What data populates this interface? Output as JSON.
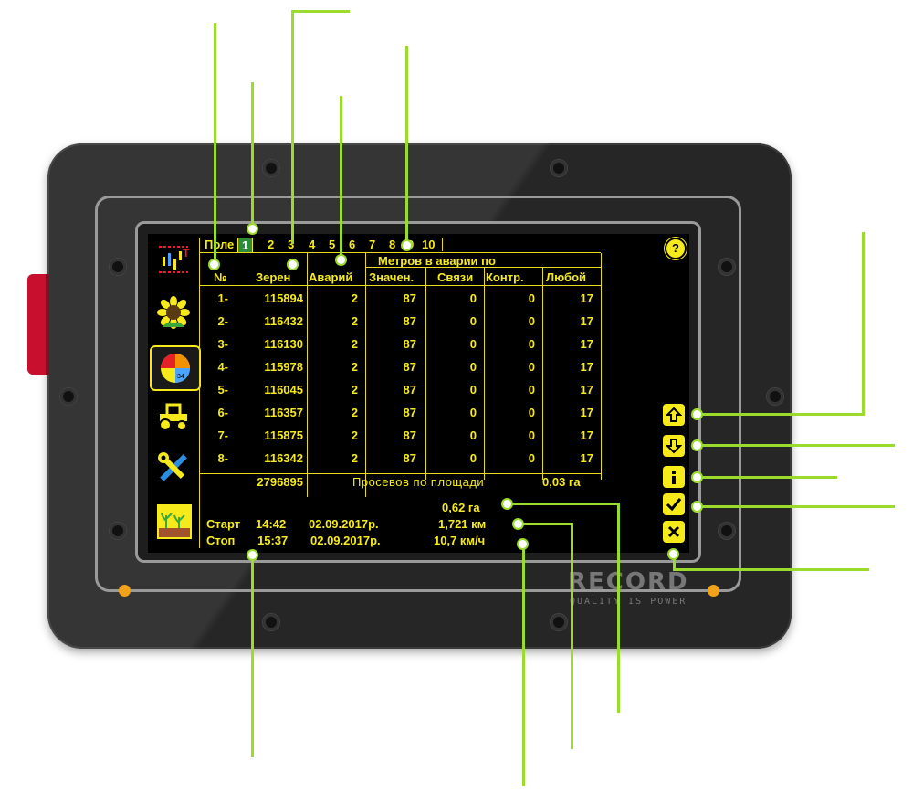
{
  "device": {
    "logo": "RECORD",
    "tagline": "QUALITY IS POWER"
  },
  "screen": {
    "field_label": "Поле",
    "field_tabs": [
      "1",
      "2",
      "3",
      "4",
      "5",
      "6",
      "7",
      "8",
      "9",
      "10"
    ],
    "active_tab": "1",
    "help_button": "?",
    "group_header": "Метров в аварии по",
    "columns": {
      "num": "№",
      "seeds": "Зерен",
      "alarms": "Аварий",
      "value": "Значен.",
      "link": "Связи",
      "control": "Контр.",
      "any": "Любой"
    },
    "rows": [
      {
        "num": "1-",
        "seeds": "115894",
        "alarms": "2",
        "value": "87",
        "link": "0",
        "control": "0",
        "any": "17"
      },
      {
        "num": "2-",
        "seeds": "116432",
        "alarms": "2",
        "value": "87",
        "link": "0",
        "control": "0",
        "any": "17"
      },
      {
        "num": "3-",
        "seeds": "116130",
        "alarms": "2",
        "value": "87",
        "link": "0",
        "control": "0",
        "any": "17"
      },
      {
        "num": "4-",
        "seeds": "115978",
        "alarms": "2",
        "value": "87",
        "link": "0",
        "control": "0",
        "any": "17"
      },
      {
        "num": "5-",
        "seeds": "116045",
        "alarms": "2",
        "value": "87",
        "link": "0",
        "control": "0",
        "any": "17"
      },
      {
        "num": "6-",
        "seeds": "116357",
        "alarms": "2",
        "value": "87",
        "link": "0",
        "control": "0",
        "any": "17"
      },
      {
        "num": "7-",
        "seeds": "115875",
        "alarms": "2",
        "value": "87",
        "link": "0",
        "control": "0",
        "any": "17"
      },
      {
        "num": "8-",
        "seeds": "116342",
        "alarms": "2",
        "value": "87",
        "link": "0",
        "control": "0",
        "any": "17"
      }
    ],
    "total_seeds": "2796895",
    "gaps_label": "Просевов по площади",
    "gaps_area": "0,03 га",
    "area": "0,62 га",
    "distance": "1,721 км",
    "speed": "10,7 км/ч",
    "start_label": "Старт",
    "start_time": "14:42",
    "start_date": "02.09.2017р.",
    "stop_label": "Стоп",
    "stop_time": "15:37",
    "stop_date": "02.09.2017р."
  },
  "sidebar_icons": [
    "seed-sensor-icon",
    "sunflower-icon",
    "pie-chart-icon",
    "tractor-icon",
    "tools-icon",
    "field-icon"
  ],
  "right_buttons": [
    "arrow-up-icon",
    "arrow-down-icon",
    "info-icon",
    "check-icon",
    "close-icon"
  ],
  "colors": {
    "screen_text": "#f6ea1a",
    "callout": "#9adb2c",
    "active_tab": "#2e8b3a",
    "device_body": "#262626",
    "led": "#f2a218"
  }
}
